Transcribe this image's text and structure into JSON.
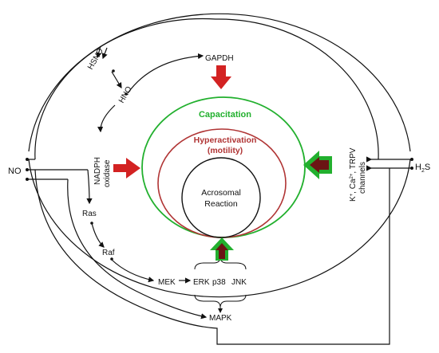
{
  "diagram": {
    "nodes": {
      "no": "NO",
      "h2s_main": "H",
      "h2s_sub": "2",
      "h2s_tail": "S",
      "hsno": "HSNO",
      "hno": "HNO",
      "gapdh": "GAPDH",
      "nadph_line1": "NADPH",
      "nadph_line2": "oxidase",
      "ras": "Ras",
      "raf": "Raf",
      "mek": "MEK",
      "erk": "ERK",
      "p38": "p38",
      "jnk": "JNK",
      "mapk": "MAPK",
      "capacitation": "Capacitation",
      "hyper_line1": "Hyperactivation",
      "hyper_line2": "(motility)",
      "acro_line1": "Acrosomal",
      "acro_line2": "Reaction",
      "channels_line1": "K",
      "channels_line1_sup": "+",
      "channels_line1_mid": ", Ca",
      "channels_line1_sup2": "2+",
      "channels_line1_tail": ", TRPV",
      "channels_line2": "channels"
    },
    "colors": {
      "capacitation": "#22b02e",
      "hyperactivation": "#b03434",
      "red_arrow": "#d32222",
      "green_arrow": "#22b02e",
      "dark_arrow": "#6b1414",
      "line": "#111111"
    }
  }
}
